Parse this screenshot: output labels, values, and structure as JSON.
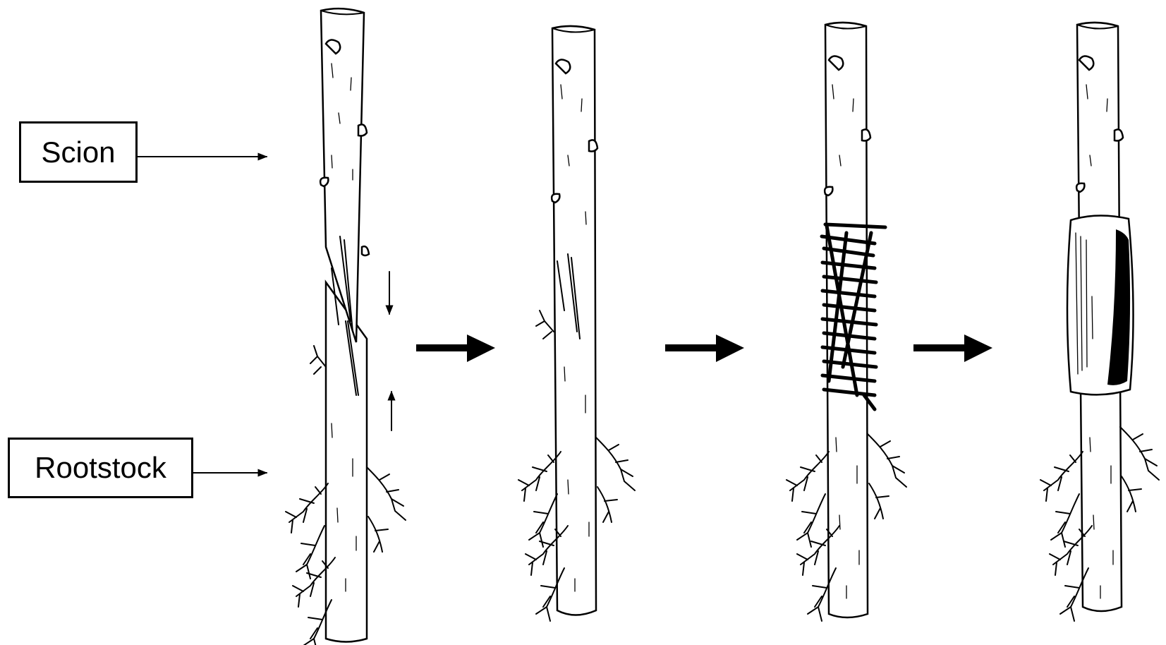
{
  "labels": {
    "scion": "Scion",
    "rootstock": "Rootstock"
  },
  "stages": [
    {
      "id": 1,
      "state": "cut rootstock and scion aligned"
    },
    {
      "id": 2,
      "state": "joined"
    },
    {
      "id": 3,
      "state": "tied"
    },
    {
      "id": 4,
      "state": "sealed"
    }
  ],
  "colors": {
    "ink": "#000000",
    "background": "#ffffff"
  }
}
